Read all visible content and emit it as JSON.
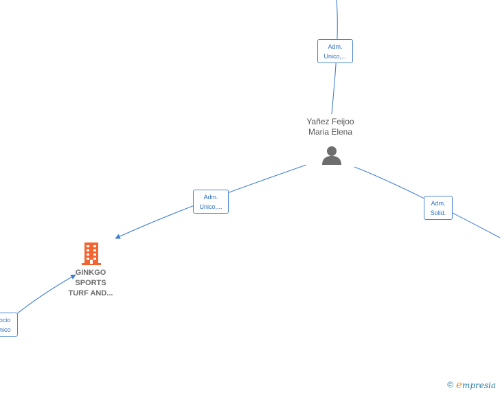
{
  "nodes": {
    "person": {
      "line1": "Yañez Feijoo",
      "line2": "Maria Elena",
      "icon": "person-icon"
    },
    "company": {
      "line1": "GINKGO",
      "line2": "SPORTS",
      "line3": "TURF AND...",
      "icon": "building-icon",
      "color": "#f26430"
    }
  },
  "edges": {
    "top": {
      "line1": "Adm.",
      "line2": "Unico,..."
    },
    "left": {
      "line1": "Adm.",
      "line2": "Unico,..."
    },
    "right": {
      "line1": "Adm.",
      "line2": "Solid."
    },
    "bottom_left": {
      "line1": "Socio",
      "line2": "Único"
    }
  },
  "colors": {
    "edge": "#3f7fd3",
    "label_border": "#4a86d4",
    "person_icon": "#6d6d6d"
  },
  "footer": {
    "copyright": "©",
    "brand_e": "e",
    "brand_rest": "mpresia"
  }
}
